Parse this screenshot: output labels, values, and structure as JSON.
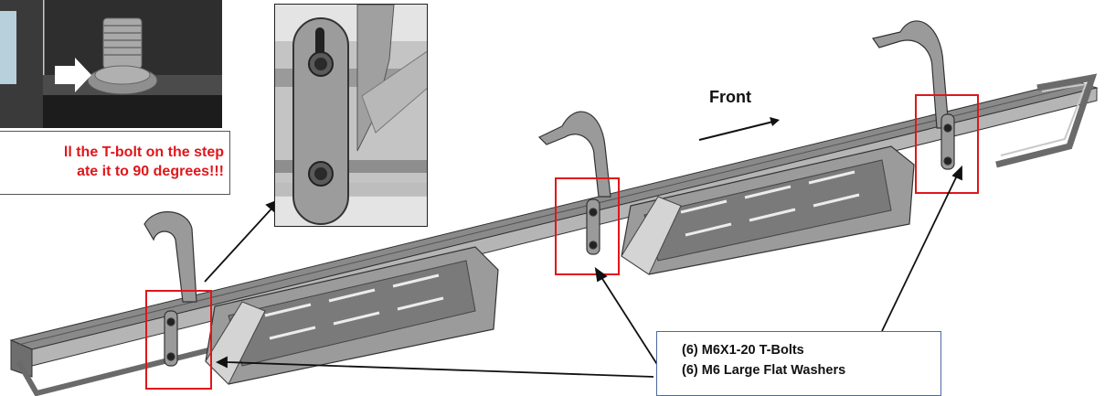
{
  "warning": {
    "line1": "ll the T-bolt on the step",
    "line2": "ate it to 90 degrees!!!"
  },
  "front_label": "Front",
  "callout": {
    "line1": "(6) M6X1-20 T-Bolts",
    "line2": "(6) M6 Large Flat Washers"
  },
  "colors": {
    "highlight_red": "#e0161b",
    "callout_border": "#4a6aa0",
    "metal_dark": "#4a4a4a",
    "metal_light": "#cfcfcf"
  }
}
